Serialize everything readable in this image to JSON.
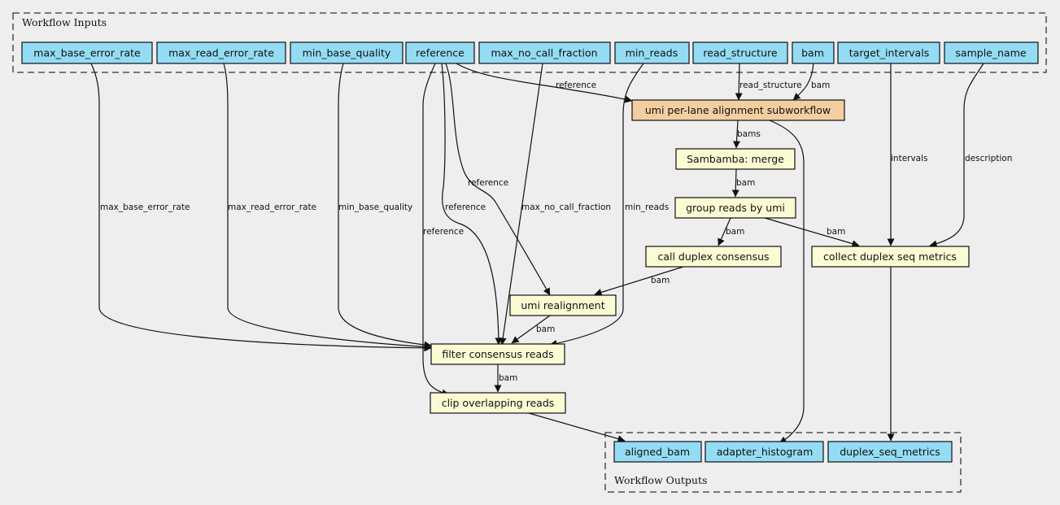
{
  "clusters": {
    "inputs": {
      "label": "Workflow Inputs"
    },
    "outputs": {
      "label": "Workflow Outputs"
    }
  },
  "colors": {
    "input_node": "#94dcf4",
    "step_node": "#fcfcd4",
    "subworkflow_node": "#f4cea0",
    "background": "#eeeeee"
  },
  "inputs": [
    {
      "id": "max_base_error_rate",
      "label": "max_base_error_rate"
    },
    {
      "id": "max_read_error_rate",
      "label": "max_read_error_rate"
    },
    {
      "id": "min_base_quality",
      "label": "min_base_quality"
    },
    {
      "id": "reference",
      "label": "reference"
    },
    {
      "id": "max_no_call_fraction",
      "label": "max_no_call_fraction"
    },
    {
      "id": "min_reads",
      "label": "min_reads"
    },
    {
      "id": "read_structure",
      "label": "read_structure"
    },
    {
      "id": "bam",
      "label": "bam"
    },
    {
      "id": "target_intervals",
      "label": "target_intervals"
    },
    {
      "id": "sample_name",
      "label": "sample_name"
    }
  ],
  "steps": [
    {
      "id": "umi_alignment",
      "label": "umi per-lane alignment subworkflow",
      "kind": "subworkflow"
    },
    {
      "id": "sambamba_merge",
      "label": "Sambamba: merge",
      "kind": "step"
    },
    {
      "id": "group_reads",
      "label": "group reads by umi",
      "kind": "step"
    },
    {
      "id": "call_duplex",
      "label": "call duplex consensus",
      "kind": "step"
    },
    {
      "id": "collect_metrics",
      "label": "collect duplex seq metrics",
      "kind": "step"
    },
    {
      "id": "umi_realign",
      "label": "umi realignment",
      "kind": "step"
    },
    {
      "id": "filter_consensus",
      "label": "filter consensus reads",
      "kind": "step"
    },
    {
      "id": "clip_overlap",
      "label": "clip overlapping reads",
      "kind": "step"
    }
  ],
  "outputs": [
    {
      "id": "aligned_bam",
      "label": "aligned_bam"
    },
    {
      "id": "adapter_histogram",
      "label": "adapter_histogram"
    },
    {
      "id": "duplex_seq_metrics",
      "label": "duplex_seq_metrics"
    }
  ],
  "edges": [
    {
      "from": "reference",
      "to": "umi_alignment",
      "label": "reference"
    },
    {
      "from": "read_structure",
      "to": "umi_alignment",
      "label": "read_structure"
    },
    {
      "from": "bam",
      "to": "umi_alignment",
      "label": "bam"
    },
    {
      "from": "umi_alignment",
      "to": "sambamba_merge",
      "label": "bams"
    },
    {
      "from": "sambamba_merge",
      "to": "group_reads",
      "label": "bam"
    },
    {
      "from": "group_reads",
      "to": "call_duplex",
      "label": "bam"
    },
    {
      "from": "group_reads",
      "to": "collect_metrics",
      "label": "bam"
    },
    {
      "from": "target_intervals",
      "to": "collect_metrics",
      "label": "intervals"
    },
    {
      "from": "sample_name",
      "to": "collect_metrics",
      "label": "description"
    },
    {
      "from": "call_duplex",
      "to": "umi_realign",
      "label": "bam"
    },
    {
      "from": "reference",
      "to": "umi_realign",
      "label": "reference"
    },
    {
      "from": "umi_realign",
      "to": "filter_consensus",
      "label": "bam"
    },
    {
      "from": "reference",
      "to": "filter_consensus",
      "label": "reference"
    },
    {
      "from": "max_base_error_rate",
      "to": "filter_consensus",
      "label": "max_base_error_rate"
    },
    {
      "from": "max_read_error_rate",
      "to": "filter_consensus",
      "label": "max_read_error_rate"
    },
    {
      "from": "min_base_quality",
      "to": "filter_consensus",
      "label": "min_base_quality"
    },
    {
      "from": "max_no_call_fraction",
      "to": "filter_consensus",
      "label": "max_no_call_fraction"
    },
    {
      "from": "min_reads",
      "to": "filter_consensus",
      "label": "min_reads"
    },
    {
      "from": "reference",
      "to": "clip_overlap",
      "label": "reference"
    },
    {
      "from": "filter_consensus",
      "to": "clip_overlap",
      "label": "bam"
    },
    {
      "from": "clip_overlap",
      "to": "aligned_bam",
      "label": ""
    },
    {
      "from": "umi_alignment",
      "to": "adapter_histogram",
      "label": ""
    },
    {
      "from": "collect_metrics",
      "to": "duplex_seq_metrics",
      "label": ""
    }
  ]
}
